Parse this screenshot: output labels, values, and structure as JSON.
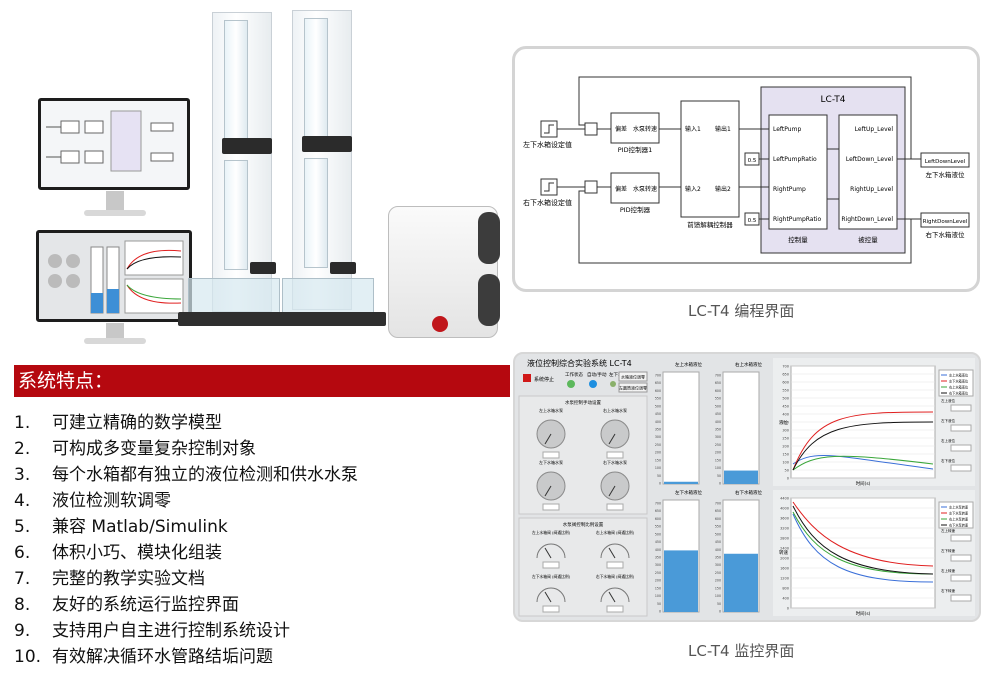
{
  "diagram": {
    "caption": "LC-T4 编程界面",
    "plant_title": "LC-T4",
    "left_setpoint": "左下水箱设定值",
    "right_setpoint": "右下水箱设定值",
    "pid1_in": "偏差",
    "pid1_out": "水泵转速",
    "pid1_name": "PID控制器1",
    "pid2_in": "偏差",
    "pid2_out": "水泵转速",
    "pid2_name": "PID控制器",
    "decoupler_in1": "输入1",
    "decoupler_in2": "输入2",
    "decoupler_out1": "输出1",
    "decoupler_out2": "输出2",
    "decoupler_name": "前馈解耦控制器",
    "ctrl_ports": [
      "LeftPump",
      "LeftPumpRatio",
      "RightPump",
      "RightPumpRatio"
    ],
    "ctrl_name": "控制量",
    "meas_ports": [
      "LeftUp_Level",
      "LeftDown_Level",
      "RightUp_Level",
      "RightDown_Level"
    ],
    "meas_name": "被控量",
    "const_left": "0.5",
    "const_right": "0.5",
    "scope_left": "LeftDownLevel",
    "scope_left_label": "左下水箱液位",
    "scope_right": "RightDownLevel",
    "scope_right_label": "右下水箱液位"
  },
  "features": {
    "title": "系统特点：",
    "items": [
      {
        "num": "1.",
        "text": "可建立精确的数学模型"
      },
      {
        "num": "2.",
        "text": "可构成多变量复杂控制对象"
      },
      {
        "num": "3.",
        "text": "每个水箱都有独立的液位检测和供水水泵"
      },
      {
        "num": "4.",
        "text": "液位检测软调零"
      },
      {
        "num": "5.",
        "text": "兼容 Matlab/Simulink"
      },
      {
        "num": "6.",
        "text": "体积小巧、模块化组装"
      },
      {
        "num": "7.",
        "text": "完整的教学实验文档"
      },
      {
        "num": "8.",
        "text": "友好的系统运行监控界面"
      },
      {
        "num": "9.",
        "text": "支持用户自主进行控制系统设计"
      },
      {
        "num": "10.",
        "text": "有效解决循环水管路结垢问题"
      }
    ]
  },
  "monitor": {
    "caption": "LC-T4 监控界面",
    "title": "液位控制综合实验系统 LC-T4",
    "stop_button": "系统停止",
    "status_labels": [
      "工作状态",
      "自动/手动",
      "左下水箱液位"
    ],
    "zero_buttons": [
      "水箱液位调零",
      "左圆筒液位调零"
    ],
    "knob_group_title": "水泵控制手动设置",
    "knob_labels": [
      "左上水箱水泵",
      "右上水箱水泵",
      "左下水箱水泵",
      "右下水箱水泵"
    ],
    "dial_group_title": "水泵阀控制比例设置",
    "dial_labels": [
      "左上水箱阀 (阀通比例)",
      "右上水箱阀 (阀通比例)",
      "左下水箱阀 (阀通比例)",
      "右下水箱阀 (阀通比例)"
    ],
    "tank_labels": [
      "左上水箱液位",
      "右上水箱液位",
      "左下水箱液位",
      "右下水箱液位"
    ],
    "tank_levels": [
      0.02,
      0.12,
      0.55,
      0.52
    ],
    "tank_scale": [
      "700",
      "650",
      "600",
      "550",
      "500",
      "450",
      "400",
      "350",
      "300",
      "250",
      "200",
      "150",
      "100",
      "50",
      "0"
    ],
    "chart_top": {
      "ylabel": "液位",
      "xlabel": "时间(s)",
      "y_ticks": [
        "700",
        "650",
        "600",
        "550",
        "500",
        "450",
        "400",
        "350",
        "300",
        "250",
        "200",
        "150",
        "100",
        "50",
        "0"
      ],
      "legend": [
        "左上水箱液位",
        "左下水箱液位",
        "右上水箱液位",
        "右下水箱液位"
      ],
      "legend_colors": [
        "#3a6fd8",
        "#e02020",
        "#3aa63a",
        "#111111"
      ],
      "readouts": [
        "左上液位",
        "左下液位",
        "右上液位",
        "右下液位"
      ]
    },
    "chart_bottom": {
      "ylabel": "转速",
      "xlabel": "时间(s)",
      "y_ticks": [
        "4400",
        "4000",
        "3600",
        "3200",
        "2800",
        "2400",
        "2000",
        "1600",
        "1200",
        "800",
        "400",
        "0"
      ],
      "legend": [
        "左上水泵转速",
        "左下水泵转速",
        "右上水泵转速",
        "右下水泵转速"
      ],
      "legend_colors": [
        "#3a6fd8",
        "#e02020",
        "#3aa63a",
        "#111111"
      ],
      "readouts": [
        "左上转速",
        "左下转速",
        "右上转速",
        "右下转速"
      ]
    }
  }
}
